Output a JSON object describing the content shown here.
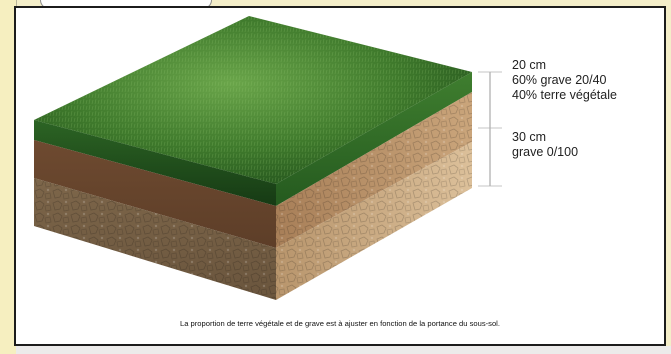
{
  "layers": [
    {
      "depth": "20 cm",
      "composition": [
        "60% grave 20/40",
        "40% terre végétale"
      ]
    },
    {
      "depth": "30 cm",
      "composition": [
        "grave 0/100"
      ]
    }
  ],
  "caption": "La proportion de terre végétale et de grave est à ajuster en fonction de la portance du sous-sol.",
  "colors": {
    "grass_top": "#3f7a2c",
    "grass_front": "#1f4a1b",
    "mix_layer_front": "#6d4b32",
    "mix_layer_side": "#b8926a",
    "gravel_front": "#7a6247",
    "gravel_side": "#cfae84",
    "frame": "#1c1c1c"
  }
}
